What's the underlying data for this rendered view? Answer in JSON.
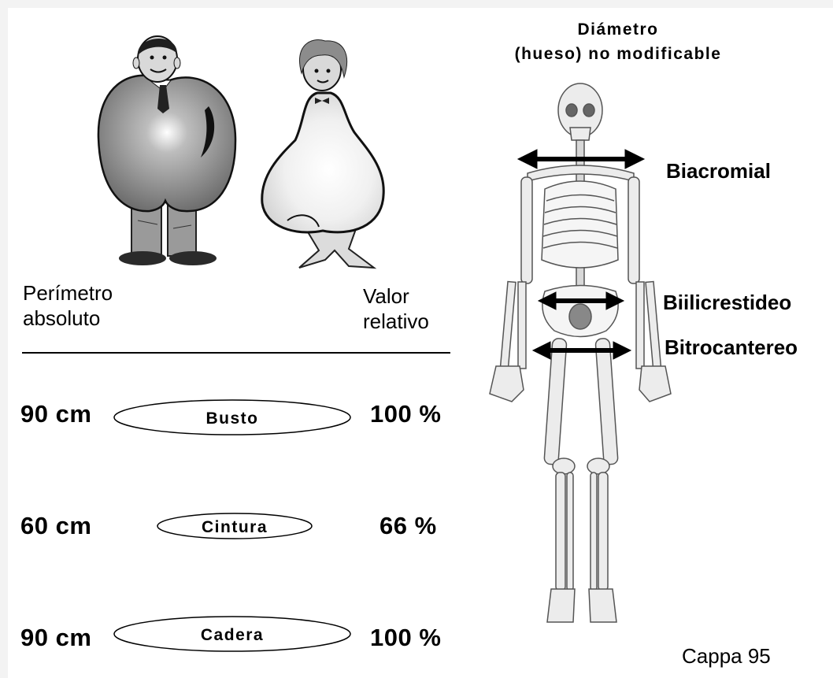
{
  "left_panel": {
    "header_left": [
      "Perímetro",
      "absoluto"
    ],
    "header_right": [
      "Valor",
      "relativo"
    ],
    "rows": [
      {
        "perimeter": "90 cm",
        "label": "Busto",
        "relative": "100 %"
      },
      {
        "perimeter": "60 cm",
        "label": "Cintura",
        "relative": "66 %"
      },
      {
        "perimeter": "90 cm",
        "label": "Cadera",
        "relative": "100 %"
      }
    ]
  },
  "right_panel": {
    "title": [
      "Diámetro",
      "(hueso) no modificable"
    ],
    "diameters": [
      "Biacromial",
      "Biilicrestideo",
      "Bitrocantereo"
    ],
    "credit": "Cappa 95"
  },
  "illustrations": {
    "figures": [
      "apple-shaped-man-icon",
      "pear-shaped-woman-icon",
      "skeleton-icon"
    ],
    "colors": {
      "gray": "#8a8a8a",
      "dark": "#2a2a2a",
      "light": "#f0f0f0",
      "bone": "#e8e8e8"
    }
  }
}
